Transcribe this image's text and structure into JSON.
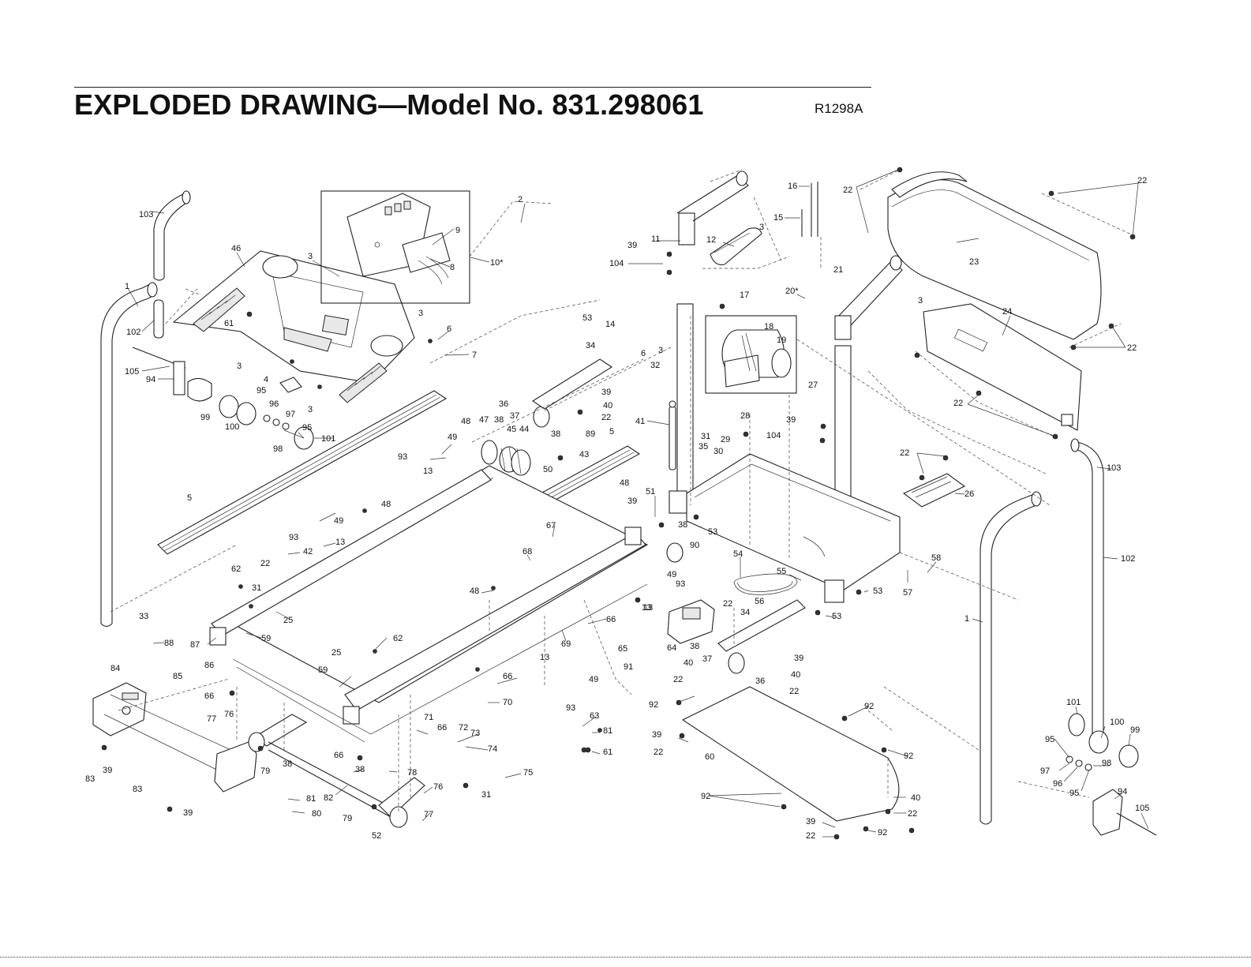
{
  "header": {
    "title": "EXPLODED DRAWING—Model No. 831.298061",
    "reference_code": "R1298A"
  },
  "callouts": [
    {
      "id": "c1",
      "label": "103"
    },
    {
      "id": "c2",
      "label": "46"
    },
    {
      "id": "c3",
      "label": "1"
    },
    {
      "id": "c4",
      "label": "102"
    },
    {
      "id": "c5",
      "label": "105"
    },
    {
      "id": "c6",
      "label": "94"
    },
    {
      "id": "c7",
      "label": "61"
    },
    {
      "id": "c8",
      "label": "3"
    },
    {
      "id": "c9",
      "label": "3"
    },
    {
      "id": "c10",
      "label": "4"
    },
    {
      "id": "c11",
      "label": "95"
    },
    {
      "id": "c12",
      "label": "96"
    },
    {
      "id": "c13",
      "label": "97"
    },
    {
      "id": "c14",
      "label": "95"
    },
    {
      "id": "c15",
      "label": "99"
    },
    {
      "id": "c16",
      "label": "100"
    },
    {
      "id": "c17",
      "label": "98"
    },
    {
      "id": "c18",
      "label": "101"
    },
    {
      "id": "c19",
      "label": "3"
    },
    {
      "id": "c20",
      "label": "9"
    },
    {
      "id": "c21",
      "label": "8"
    },
    {
      "id": "c22",
      "label": "10*"
    },
    {
      "id": "c23",
      "label": "3"
    },
    {
      "id": "c24",
      "label": "2"
    },
    {
      "id": "c25",
      "label": "6"
    },
    {
      "id": "c26",
      "label": "7"
    },
    {
      "id": "c27",
      "label": "5"
    },
    {
      "id": "c28",
      "label": "93"
    },
    {
      "id": "c29",
      "label": "49"
    },
    {
      "id": "c30",
      "label": "13"
    },
    {
      "id": "c31",
      "label": "48"
    },
    {
      "id": "c32",
      "label": "47"
    },
    {
      "id": "c33",
      "label": "38"
    },
    {
      "id": "c34",
      "label": "45"
    },
    {
      "id": "c35",
      "label": "44"
    },
    {
      "id": "c36",
      "label": "36"
    },
    {
      "id": "c37",
      "label": "37"
    },
    {
      "id": "c38",
      "label": "38"
    },
    {
      "id": "c39",
      "label": "50"
    },
    {
      "id": "c40",
      "label": "48"
    },
    {
      "id": "c41",
      "label": "49"
    },
    {
      "id": "c42",
      "label": "93"
    },
    {
      "id": "c43",
      "label": "13"
    },
    {
      "id": "c44",
      "label": "42"
    },
    {
      "id": "c45",
      "label": "62"
    },
    {
      "id": "c46",
      "label": "22"
    },
    {
      "id": "c47",
      "label": "31"
    },
    {
      "id": "c48",
      "label": "25"
    },
    {
      "id": "c49",
      "label": "33"
    },
    {
      "id": "c50",
      "label": "88"
    },
    {
      "id": "c51",
      "label": "87"
    },
    {
      "id": "c52",
      "label": "59"
    },
    {
      "id": "c53",
      "label": "86"
    },
    {
      "id": "c54",
      "label": "84"
    },
    {
      "id": "c55",
      "label": "85"
    },
    {
      "id": "c56",
      "label": "66"
    },
    {
      "id": "c57",
      "label": "77"
    },
    {
      "id": "c58",
      "label": "76"
    },
    {
      "id": "c59",
      "label": "83"
    },
    {
      "id": "c60",
      "label": "39"
    },
    {
      "id": "c61",
      "label": "83"
    },
    {
      "id": "c62",
      "label": "39"
    },
    {
      "id": "c63",
      "label": "79"
    },
    {
      "id": "c64",
      "label": "38"
    },
    {
      "id": "c65",
      "label": "82"
    },
    {
      "id": "c66",
      "label": "81"
    },
    {
      "id": "c67",
      "label": "80"
    },
    {
      "id": "c68",
      "label": "79"
    },
    {
      "id": "c69",
      "label": "66"
    },
    {
      "id": "c70",
      "label": "38"
    },
    {
      "id": "c71",
      "label": "78"
    },
    {
      "id": "c72",
      "label": "52"
    },
    {
      "id": "c73",
      "label": "77"
    },
    {
      "id": "c74",
      "label": "76"
    },
    {
      "id": "c75",
      "label": "31"
    },
    {
      "id": "c76",
      "label": "25"
    },
    {
      "id": "c77",
      "label": "59"
    },
    {
      "id": "c78",
      "label": "62"
    },
    {
      "id": "c79",
      "label": "71"
    },
    {
      "id": "c80",
      "label": "66"
    },
    {
      "id": "c81",
      "label": "72"
    },
    {
      "id": "c82",
      "label": "73"
    },
    {
      "id": "c83",
      "label": "74"
    },
    {
      "id": "c84",
      "label": "75"
    },
    {
      "id": "c85",
      "label": "70"
    },
    {
      "id": "c86",
      "label": "66"
    },
    {
      "id": "c87",
      "label": "69"
    },
    {
      "id": "c88",
      "label": "68"
    },
    {
      "id": "c89",
      "label": "67"
    },
    {
      "id": "c90",
      "label": "48"
    },
    {
      "id": "c91",
      "label": "13"
    },
    {
      "id": "c92",
      "label": "49"
    },
    {
      "id": "c93",
      "label": "93"
    },
    {
      "id": "c94",
      "label": "63"
    },
    {
      "id": "c95",
      "label": "81"
    },
    {
      "id": "c96",
      "label": "61"
    },
    {
      "id": "c97",
      "label": "66"
    },
    {
      "id": "c98",
      "label": "13"
    },
    {
      "id": "c99",
      "label": "53"
    },
    {
      "id": "c100",
      "label": "34"
    },
    {
      "id": "c101",
      "label": "14"
    },
    {
      "id": "c102",
      "label": "6"
    },
    {
      "id": "c103",
      "label": "3"
    },
    {
      "id": "c104",
      "label": "32"
    },
    {
      "id": "c105",
      "label": "39"
    },
    {
      "id": "c106",
      "label": "40"
    },
    {
      "id": "c107",
      "label": "22"
    },
    {
      "id": "c108",
      "label": "89"
    },
    {
      "id": "c109",
      "label": "43"
    },
    {
      "id": "c110",
      "label": "5"
    },
    {
      "id": "c111",
      "label": "41"
    },
    {
      "id": "c112",
      "label": "48"
    },
    {
      "id": "c113",
      "label": "39"
    },
    {
      "id": "c114",
      "label": "51"
    },
    {
      "id": "c115",
      "label": "38"
    },
    {
      "id": "c116",
      "label": "53"
    },
    {
      "id": "c117",
      "label": "90"
    },
    {
      "id": "c118",
      "label": "49"
    },
    {
      "id": "c119",
      "label": "93"
    },
    {
      "id": "c120",
      "label": "13"
    },
    {
      "id": "c121",
      "label": "22"
    },
    {
      "id": "c122",
      "label": "64"
    },
    {
      "id": "c123",
      "label": "65"
    },
    {
      "id": "c124",
      "label": "91"
    },
    {
      "id": "c125",
      "label": "11"
    },
    {
      "id": "c126",
      "label": "39"
    },
    {
      "id": "c127",
      "label": "104"
    },
    {
      "id": "c128",
      "label": "12"
    },
    {
      "id": "c129",
      "label": "3"
    },
    {
      "id": "c130",
      "label": "16"
    },
    {
      "id": "c131",
      "label": "15"
    },
    {
      "id": "c132",
      "label": "17"
    },
    {
      "id": "c133",
      "label": "20*"
    },
    {
      "id": "c134",
      "label": "18"
    },
    {
      "id": "c135",
      "label": "19"
    },
    {
      "id": "c136",
      "label": "21"
    },
    {
      "id": "c137",
      "label": "27"
    },
    {
      "id": "c138",
      "label": "39"
    },
    {
      "id": "c139",
      "label": "104"
    },
    {
      "id": "c140",
      "label": "28"
    },
    {
      "id": "c141",
      "label": "31"
    },
    {
      "id": "c142",
      "label": "29"
    },
    {
      "id": "c143",
      "label": "35"
    },
    {
      "id": "c144",
      "label": "30"
    },
    {
      "id": "c145",
      "label": "3"
    },
    {
      "id": "c146",
      "label": "22"
    },
    {
      "id": "c147",
      "label": "23"
    },
    {
      "id": "c148",
      "label": "22"
    },
    {
      "id": "c149",
      "label": "24"
    },
    {
      "id": "c150",
      "label": "22"
    },
    {
      "id": "c151",
      "label": "22"
    },
    {
      "id": "c152",
      "label": "22"
    },
    {
      "id": "c153",
      "label": "26"
    },
    {
      "id": "c154",
      "label": "103"
    },
    {
      "id": "c155",
      "label": "102"
    },
    {
      "id": "c156",
      "label": "1"
    },
    {
      "id": "c157",
      "label": "58"
    },
    {
      "id": "c158",
      "label": "57"
    },
    {
      "id": "c159",
      "label": "54"
    },
    {
      "id": "c160",
      "label": "55"
    },
    {
      "id": "c161",
      "label": "56"
    },
    {
      "id": "c162",
      "label": "53"
    },
    {
      "id": "c163",
      "label": "53"
    },
    {
      "id": "c164",
      "label": "34"
    },
    {
      "id": "c165",
      "label": "38"
    },
    {
      "id": "c166",
      "label": "37"
    },
    {
      "id": "c167",
      "label": "40"
    },
    {
      "id": "c168",
      "label": "22"
    },
    {
      "id": "c169",
      "label": "36"
    },
    {
      "id": "c170",
      "label": "39"
    },
    {
      "id": "c171",
      "label": "40"
    },
    {
      "id": "c172",
      "label": "22"
    },
    {
      "id": "c173",
      "label": "92"
    },
    {
      "id": "c174",
      "label": "39"
    },
    {
      "id": "c175",
      "label": "22"
    },
    {
      "id": "c176",
      "label": "60"
    },
    {
      "id": "c177",
      "label": "92"
    },
    {
      "id": "c178",
      "label": "92"
    },
    {
      "id": "c179",
      "label": "92"
    },
    {
      "id": "c180",
      "label": "40"
    },
    {
      "id": "c181",
      "label": "22"
    },
    {
      "id": "c182",
      "label": "39"
    },
    {
      "id": "c183",
      "label": "22"
    },
    {
      "id": "c184",
      "label": "92"
    },
    {
      "id": "c185",
      "label": "101"
    },
    {
      "id": "c186",
      "label": "100"
    },
    {
      "id": "c187",
      "label": "99"
    },
    {
      "id": "c188",
      "label": "95"
    },
    {
      "id": "c189",
      "label": "97"
    },
    {
      "id": "c190",
      "label": "98"
    },
    {
      "id": "c191",
      "label": "96"
    },
    {
      "id": "c192",
      "label": "95"
    },
    {
      "id": "c193",
      "label": "94"
    },
    {
      "id": "c194",
      "label": "105"
    }
  ]
}
